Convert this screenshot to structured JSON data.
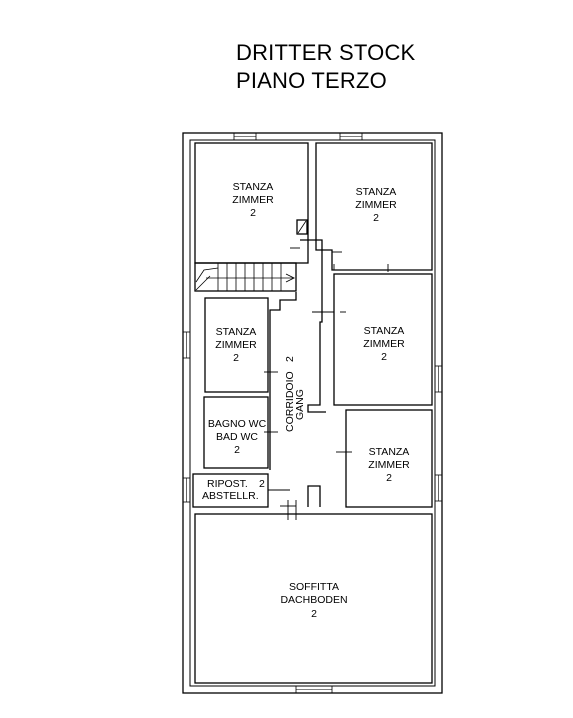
{
  "header": {
    "line1": "DRITTER STOCK",
    "line2": "PIANO TERZO"
  },
  "rooms": {
    "room_nw": {
      "line1": "STANZA",
      "line2": "ZIMMER",
      "number": "2"
    },
    "room_ne": {
      "line1": "STANZA",
      "line2": "ZIMMER",
      "number": "2"
    },
    "room_w": {
      "line1": "STANZA",
      "line2": "ZIMMER",
      "number": "2"
    },
    "room_e": {
      "line1": "STANZA",
      "line2": "ZIMMER",
      "number": "2"
    },
    "bath": {
      "line1": "BAGNO WC",
      "line2": "BAD WC",
      "number": "2"
    },
    "room_se": {
      "line1": "STANZA",
      "line2": "ZIMMER",
      "number": "2"
    },
    "storage": {
      "line1": "RIPOST.",
      "number": "2",
      "line2": "ABSTELLR."
    },
    "corridor": {
      "line1": "CORRIDOIO",
      "number": "2",
      "line2": "GANG"
    },
    "attic": {
      "line1": "SOFFITTA",
      "line2": "DACHBODEN",
      "number": "2"
    }
  },
  "colors": {
    "line": "#000000",
    "background": "#ffffff"
  }
}
